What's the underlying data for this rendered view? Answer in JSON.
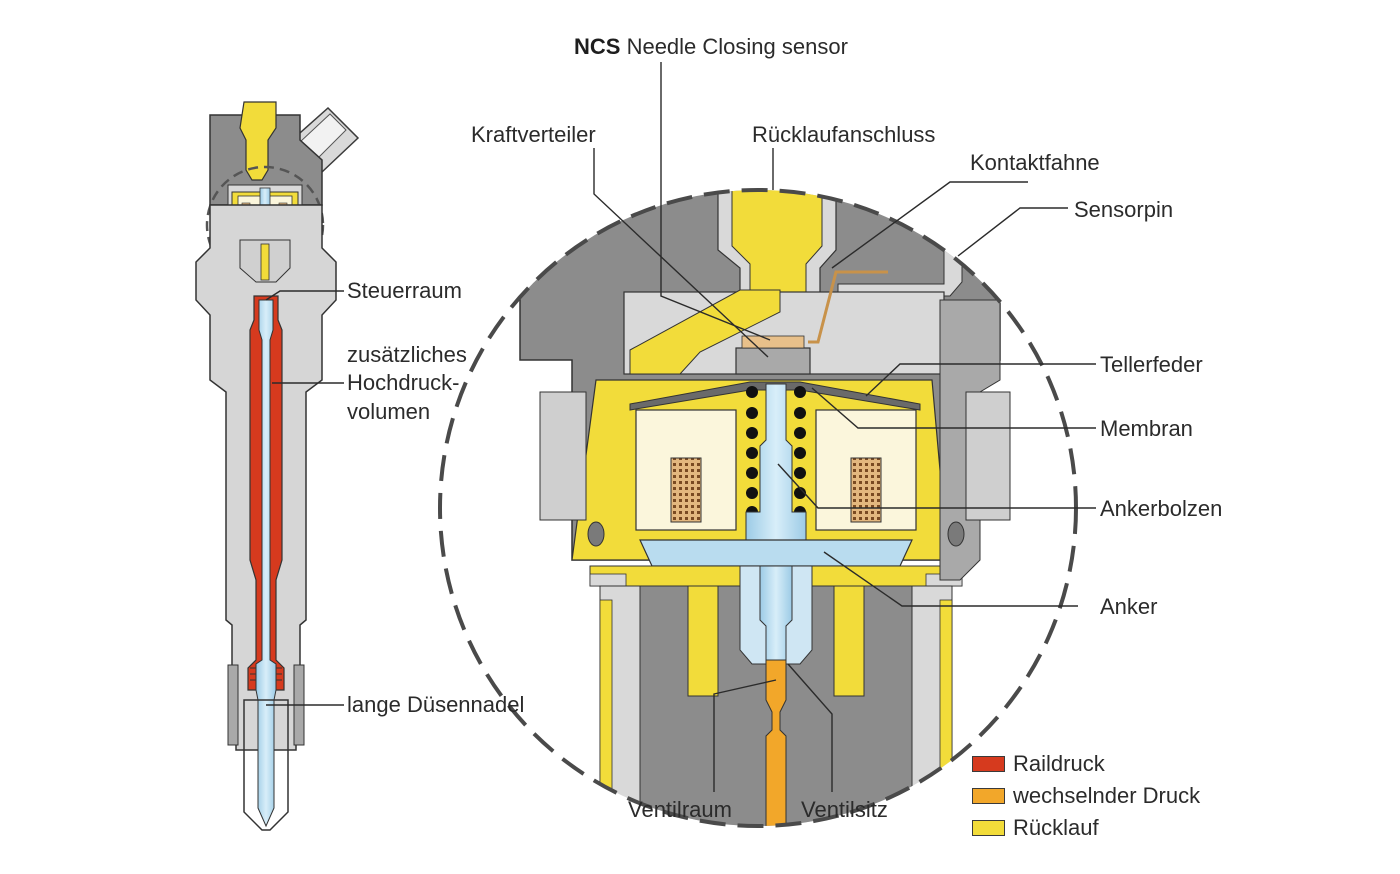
{
  "title": {
    "abbreviation": "NCS",
    "text": "Needle Closing sensor"
  },
  "left_labels": {
    "steuerraum": "Steuerraum",
    "hochdruck_line1": "zusätzliches",
    "hochdruck_line2": "Hochdruck-",
    "hochdruck_line3": "volumen",
    "duesennadel": "lange Düsennadel"
  },
  "detail_labels": {
    "kraftverteiler": "Kraftverteiler",
    "ruecklaufanschluss": "Rücklaufanschluss",
    "kontaktfahne": "Kontaktfahne",
    "sensorpin": "Sensorpin",
    "tellerfeder": "Tellerfeder",
    "membran": "Membran",
    "ankerbolzen": "Ankerbolzen",
    "anker": "Anker",
    "ventilraum": "Ventilraum",
    "ventilsitz": "Ventilsitz"
  },
  "legend": [
    {
      "label": "Raildruck",
      "color": "#d63a1e"
    },
    {
      "label": "wechselnder Druck",
      "color": "#f2a72a"
    },
    {
      "label": "Rücklauf",
      "color": "#f2dc3a"
    }
  ],
  "colors": {
    "housing_dark": "#8a8a8a",
    "housing_mid": "#a9a9a9",
    "housing_light": "#d6d6d6",
    "return_fuel": "#f2dc3a",
    "rail_pressure": "#d63a1e",
    "variable_pressure": "#f2a72a",
    "needle_blue": "#b9dcef",
    "coil_cream": "#fbf6dc",
    "winding": "#e8c08a"
  }
}
